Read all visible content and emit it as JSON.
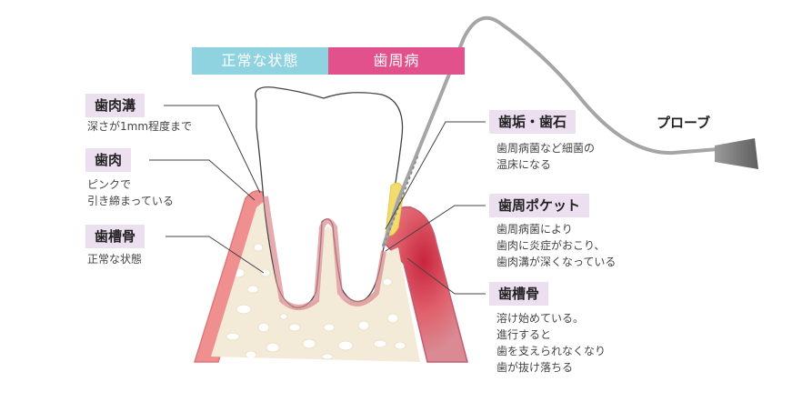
{
  "headers": {
    "normal": "正常な状態",
    "disease": "歯周病"
  },
  "left_labels": [
    {
      "title": "歯肉溝",
      "desc": [
        "深さが1mm程度まで"
      ]
    },
    {
      "title": "歯肉",
      "desc": [
        "ピンクで",
        "引き締まっている"
      ]
    },
    {
      "title": "歯槽骨",
      "desc": [
        "正常な状態"
      ]
    }
  ],
  "right_labels": [
    {
      "title": "歯垢・歯石",
      "desc": [
        "歯周病菌など細菌の",
        "温床になる"
      ]
    },
    {
      "title": "歯周ポケット",
      "desc": [
        "歯周病菌により",
        "歯肉に炎症がおこり、",
        "歯肉溝が深くなっている"
      ]
    },
    {
      "title": "歯槽骨",
      "desc": [
        "溶け始めている。",
        "進行すると",
        "歯を支えられなくなり",
        "歯が抜け落ちる"
      ]
    }
  ],
  "probe_label": "プローブ",
  "colors": {
    "normal_header": "#8fd3e0",
    "disease_header": "#e2518c",
    "label_bg": "#ecdff0",
    "gum": "#ef8f8f",
    "inflamed_gum": "#d9364f",
    "bone": "#f3ead8",
    "plaque": "#f2dc6e",
    "probe": "#a5a5a5"
  }
}
